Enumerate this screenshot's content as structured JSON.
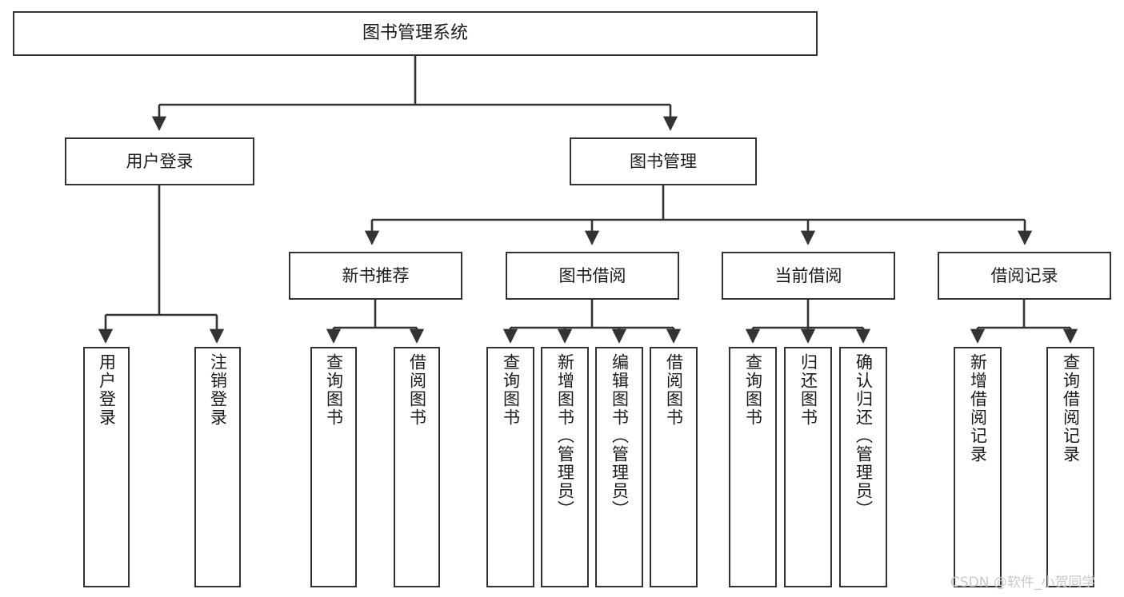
{
  "diagram": {
    "type": "tree-hierarchy",
    "title": "图书管理系统",
    "background_color": "#ffffff",
    "line_color": "#333333",
    "box_fill": "#ffffff",
    "text_color": "#1a1a1a"
  },
  "root": {
    "label": "图书管理系统"
  },
  "level1": [
    {
      "label": "用户登录"
    },
    {
      "label": "图书管理"
    }
  ],
  "user_login_children": [
    {
      "label": "用户登录"
    },
    {
      "label": "注销登录"
    }
  ],
  "book_manage_children": [
    {
      "label": "新书推荐"
    },
    {
      "label": "图书借阅"
    },
    {
      "label": "当前借阅"
    },
    {
      "label": "借阅记录"
    }
  ],
  "new_book_children": [
    {
      "label": "查询图书"
    },
    {
      "label": "借阅图书"
    }
  ],
  "book_borrow_children": [
    {
      "label": "查询图书"
    },
    {
      "label": "新增图书（管理员）"
    },
    {
      "label": "编辑图书（管理员）"
    },
    {
      "label": "借阅图书"
    }
  ],
  "current_borrow_children": [
    {
      "label": "查询图书"
    },
    {
      "label": "归还图书"
    },
    {
      "label": "确认归还（管理员）"
    }
  ],
  "borrow_record_children": [
    {
      "label": "新增借阅记录"
    },
    {
      "label": "查询借阅记录"
    }
  ],
  "watermark": {
    "text": "CSDN @软件_小贺同学"
  }
}
